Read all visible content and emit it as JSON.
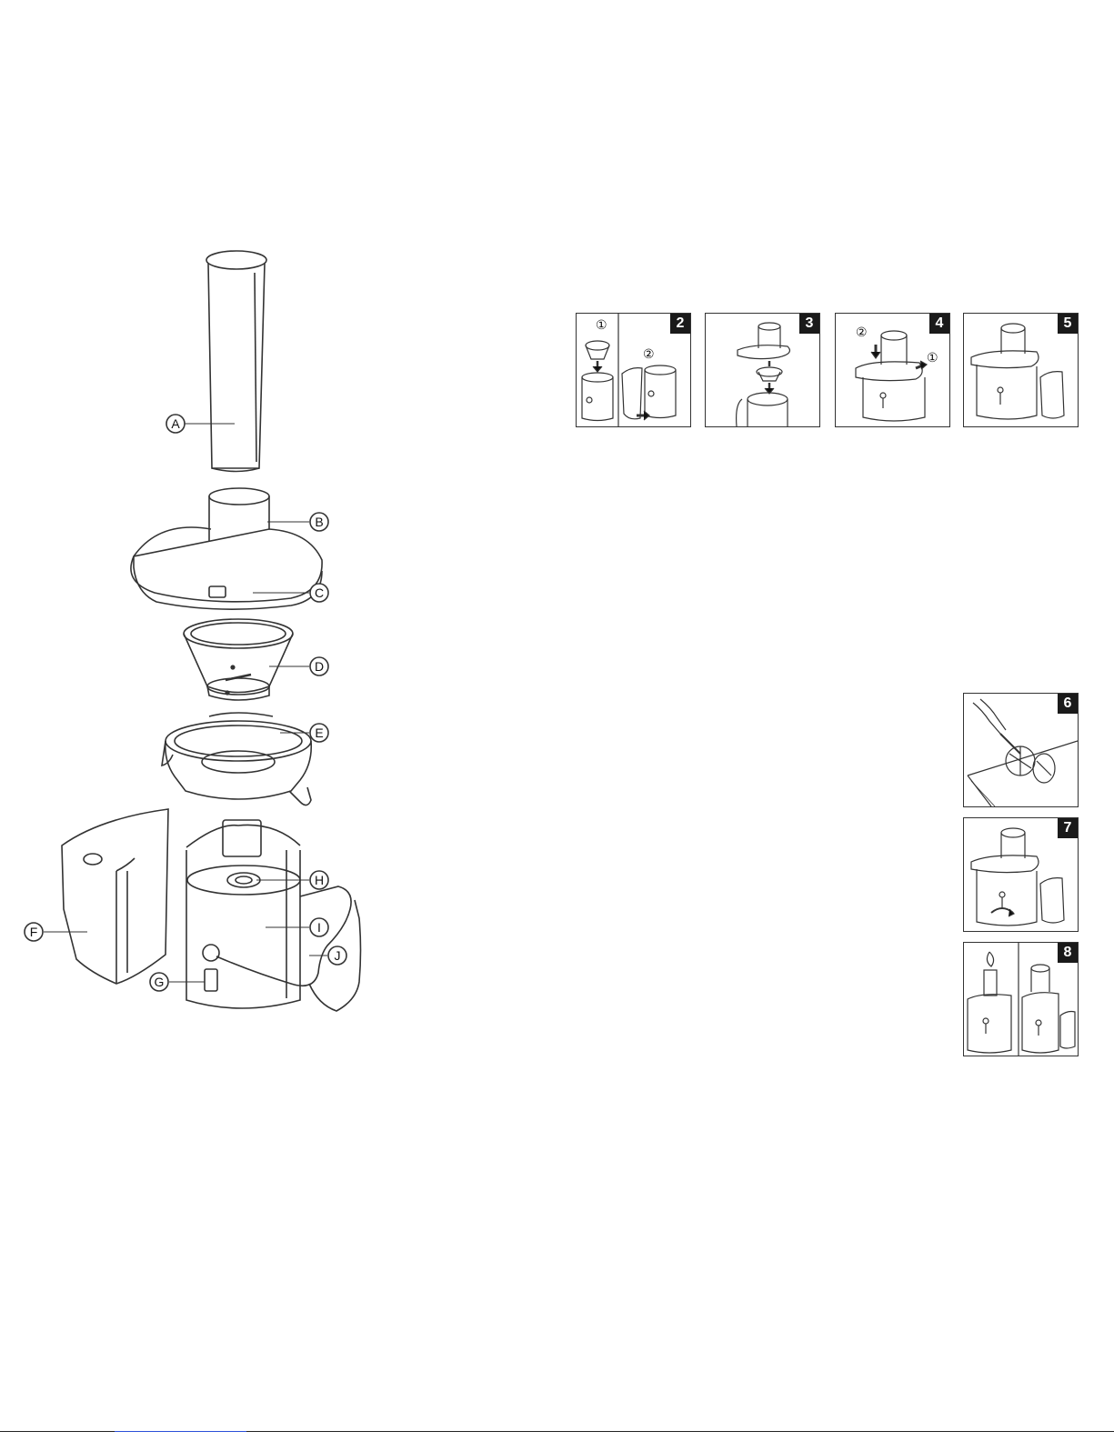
{
  "parts_diagram": {
    "labels": [
      "A",
      "B",
      "C",
      "D",
      "E",
      "F",
      "G",
      "H",
      "I",
      "J"
    ]
  },
  "steps": [
    {
      "number": "2",
      "sub_markers": [
        "①",
        "②"
      ]
    },
    {
      "number": "3"
    },
    {
      "number": "4",
      "sub_markers": [
        "②",
        "①"
      ]
    },
    {
      "number": "5"
    },
    {
      "number": "6"
    },
    {
      "number": "7"
    },
    {
      "number": "8"
    }
  ],
  "colors": {
    "line": "#333333",
    "badge": "#1a1a1a",
    "link": "#2a4fd8"
  }
}
